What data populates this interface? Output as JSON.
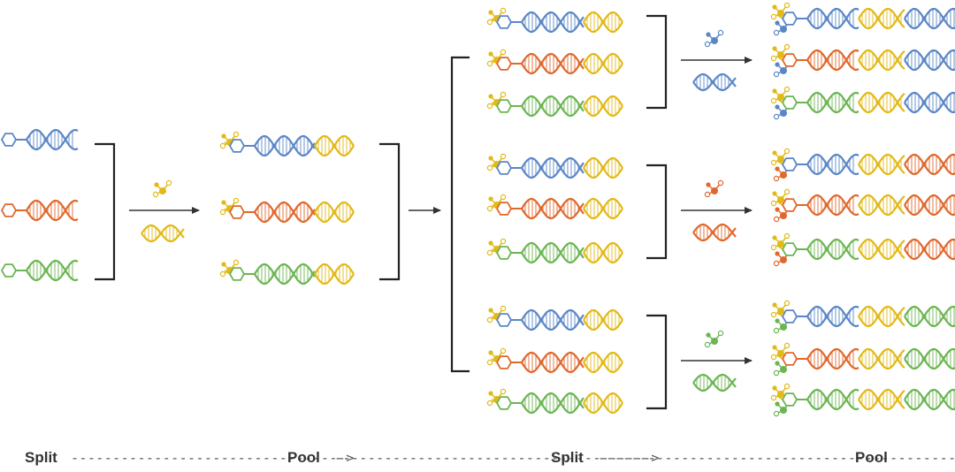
{
  "colors": {
    "blue": "#5b86c6",
    "orange": "#e0682d",
    "green": "#6bb552",
    "yellow": "#e2b917",
    "bracket": "#222222",
    "arrow": "#333333",
    "background": "#ffffff"
  },
  "stage1": {
    "strands": [
      "blue",
      "orange",
      "green"
    ]
  },
  "step1": {
    "reagent_color": "yellow",
    "tag_color": "yellow"
  },
  "stage2": {
    "strands": [
      {
        "first": "blue",
        "tag": "yellow"
      },
      {
        "first": "orange",
        "tag": "yellow"
      },
      {
        "first": "green",
        "tag": "yellow"
      }
    ]
  },
  "stage3": {
    "groups": [
      {
        "reagent_color": "blue"
      },
      {
        "reagent_color": "orange"
      },
      {
        "reagent_color": "green"
      }
    ]
  },
  "footer": {
    "labels": [
      "Split",
      "Pool",
      "Split",
      "Pool"
    ],
    "dash_arrows": [
      "--------------------------------->",
      "-------------------------------------->",
      "--------------------------------------------->"
    ]
  }
}
